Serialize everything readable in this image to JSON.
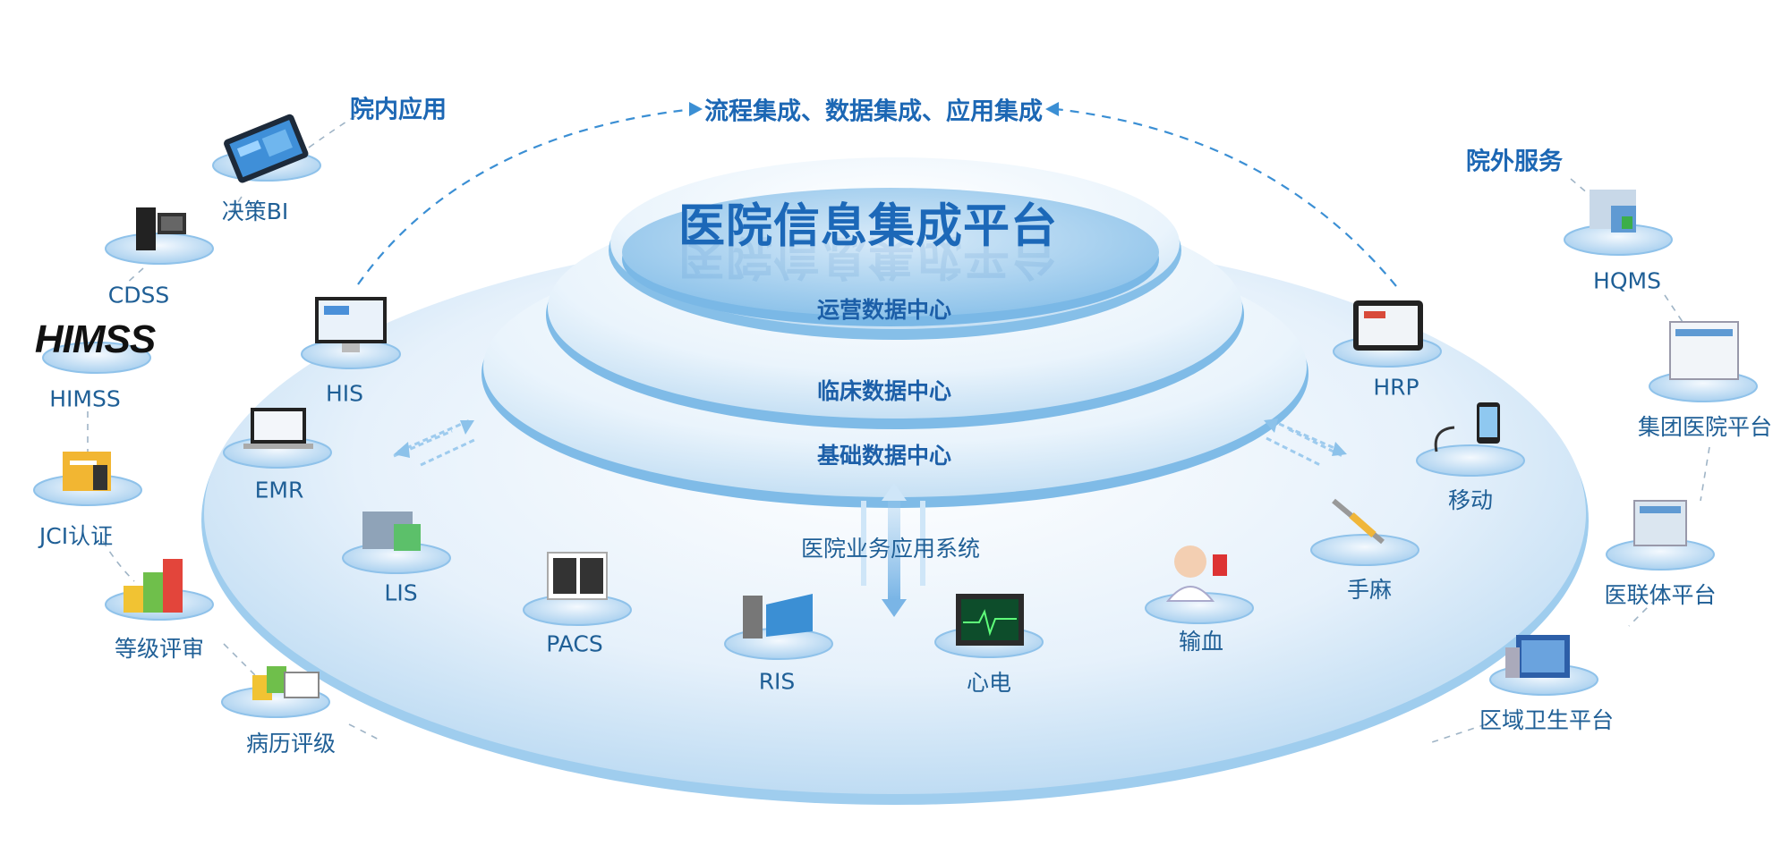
{
  "diagram": {
    "title": "医院信息集成平台",
    "layers": [
      "运营数据中心",
      "临床数据中心",
      "基础数据中心"
    ],
    "base_label": "医院业务应用系统",
    "integration_label": "流程集成、数据集成、应用集成",
    "groups": {
      "internal": "院内应用",
      "external": "院外服务"
    },
    "internal_nodes": [
      "决策BI",
      "CDSS",
      "HIMSS",
      "JCI认证",
      "等级评审",
      "病历评级"
    ],
    "himss_logo": "HIMSS",
    "business_nodes": [
      "HIS",
      "EMR",
      "LIS",
      "PACS",
      "RIS",
      "心电",
      "输血",
      "手麻",
      "移动",
      "HRP"
    ],
    "external_nodes": [
      "HQMS",
      "集团医院平台",
      "医联体平台",
      "区域卫生平台"
    ],
    "colors": {
      "primary_text": "#1c67b4",
      "label_text": "#1f5f96",
      "disc_light": "#e3f0fb",
      "disc_edge": "#8cc2ea",
      "dashed_line": "#3b8fd4"
    }
  }
}
